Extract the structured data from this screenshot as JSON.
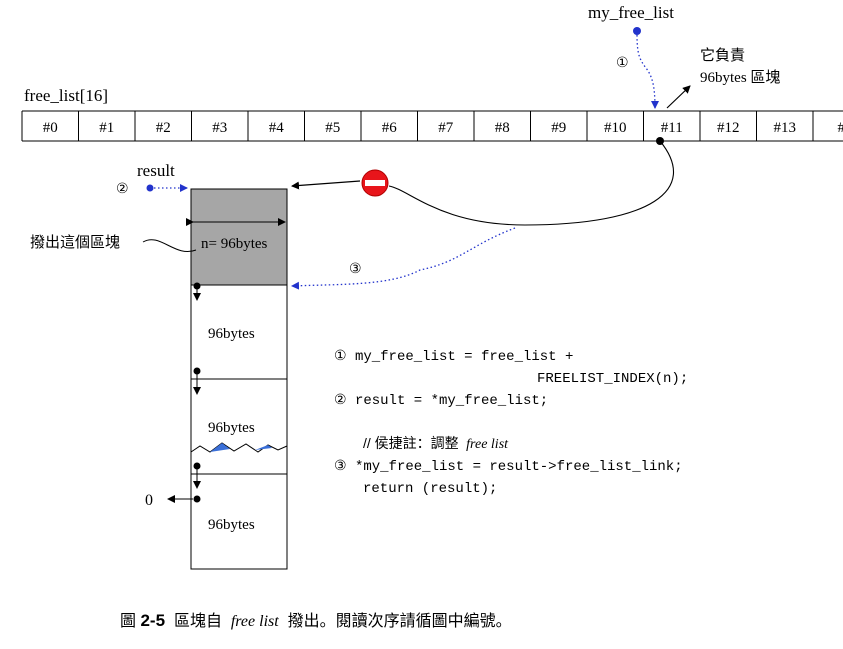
{
  "labels": {
    "my_free_list": "my_free_list",
    "responsible_1": "它負責",
    "responsible_2": "96bytes 區塊",
    "free_list_array": "free_list[16]",
    "result": "result",
    "extract_block": "撥出這個區塊",
    "n_size": "n= 96bytes",
    "null_zero": "0"
  },
  "cells": [
    "#0",
    "#1",
    "#2",
    "#3",
    "#4",
    "#5",
    "#6",
    "#7",
    "#8",
    "#9",
    "#10",
    "#11",
    "#12",
    "#13",
    "#"
  ],
  "blocks": [
    "96bytes",
    "96bytes",
    "96bytes"
  ],
  "markers": {
    "m1": "①",
    "m2": "②",
    "m3": "③"
  },
  "code": {
    "line1a": "① my_free_list = free_list +",
    "line1b": "FREELIST_INDEX(n);",
    "line2": "② result = *my_free_list;",
    "comment_prefix": "// 侯捷註：調整",
    "comment_italic": "free list",
    "line3": "③ *my_free_list = result->free_list_link;",
    "line4": "return (result);"
  },
  "caption": {
    "prefix": "圖",
    "number": "2-5",
    "text_a": "區塊自",
    "italic": "free list",
    "text_b": "撥出。閱讀次序請循圖中編號。"
  },
  "colors": {
    "accent_blue": "#2233cc",
    "stop_red": "#e8151b",
    "block_gray": "#a6a6a6"
  }
}
